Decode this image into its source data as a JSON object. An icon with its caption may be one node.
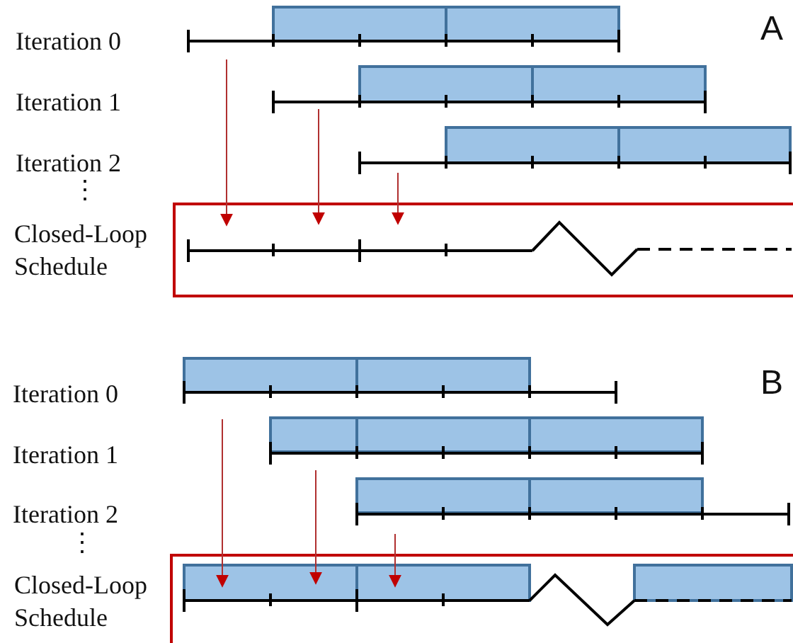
{
  "diagram": {
    "nodes": [
      {
        "text": [
          "Closed-Loop Schedule"
        ]
      },
      {
        "text": [
          "Closed-Loop Schedule"
        ]
      }
    ],
    "edges": [
      {
        "from": null,
        "to": 0,
        "arrow": "to"
      },
      {
        "from": null,
        "to": 0,
        "arrow": "to"
      },
      {
        "from": null,
        "to": 0,
        "arrow": "to"
      },
      {
        "from": null,
        "to": 1,
        "arrow": "to"
      },
      {
        "from": null,
        "to": 1,
        "arrow": "to"
      },
      {
        "from": null,
        "to": 1,
        "arrow": "to"
      }
    ],
    "labels": [
      "Iteration 0",
      "A",
      "Iteration 1",
      "Iteration 2",
      "⋮",
      "Iteration 0",
      "B",
      "Iteration 1",
      "Iteration 2",
      "⋮"
    ]
  }
}
